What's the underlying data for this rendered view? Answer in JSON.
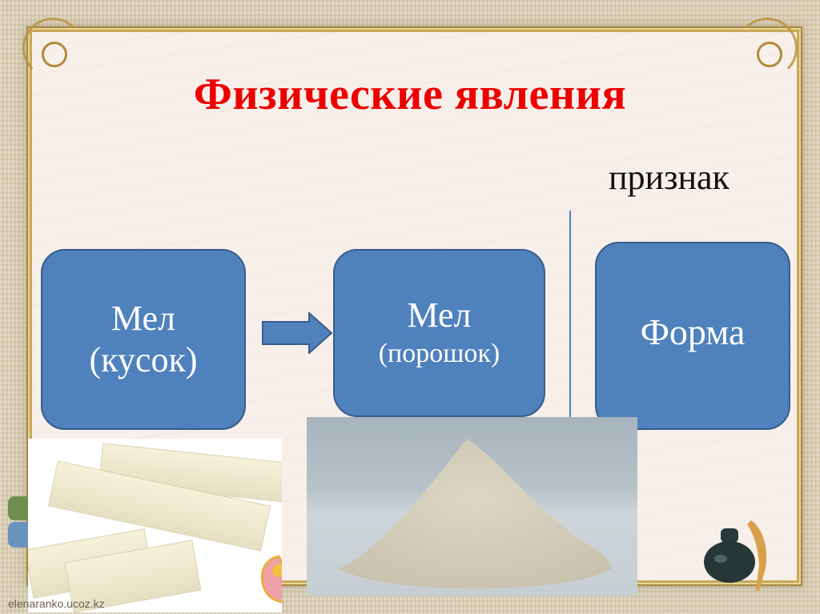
{
  "slide": {
    "title": "Физические явления",
    "sign_label": "признак",
    "colors": {
      "title": "#ee0000",
      "box_fill": "#4f81bd",
      "box_border": "#385d8a",
      "paper": "#f7f0ea",
      "frame_gold": "#c7a857",
      "divider": "#4f7fbf"
    },
    "boxes": [
      {
        "line1": "Мел",
        "line2": "(кусок)"
      },
      {
        "line1": "Мел",
        "line2": "(порошок)"
      },
      {
        "line1": "Форма"
      }
    ],
    "arrow": {
      "icon": "arrow-right-icon",
      "from": "Мел (кусок)",
      "to": "Мел (порошок)"
    },
    "images": [
      {
        "name": "chalk-sticks-photo",
        "alt": "Мел (кусок)"
      },
      {
        "name": "chalk-powder-photo",
        "alt": "Мел (порошок)"
      }
    ],
    "decorations": [
      "ornate-gold-frame",
      "inkwell-icon",
      "quill-feather-icon",
      "books-icon"
    ],
    "watermark": "elenaranko.ucoz.kz"
  }
}
